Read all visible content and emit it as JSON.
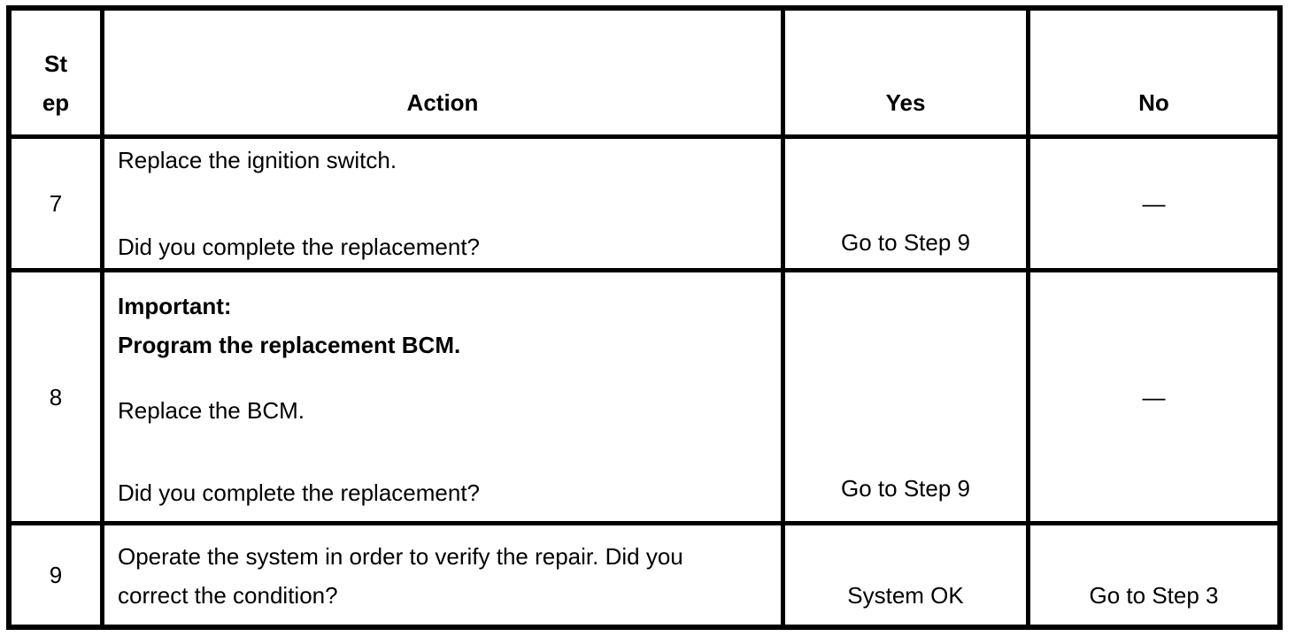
{
  "table": {
    "headers": {
      "step": "St\nep",
      "action": "Action",
      "yes": "Yes",
      "no": "No"
    },
    "rows": [
      {
        "step": "7",
        "action_line_1": "Replace the ignition switch.",
        "action_line_2": "Did you complete the replacement?",
        "yes": "Go to Step 9",
        "no": "—"
      },
      {
        "step": "8",
        "important": "Important:\nProgram the replacement BCM.",
        "action_line_1": "Replace the BCM.",
        "action_line_2": "Did you complete the replacement?",
        "yes": "Go to Step 9",
        "no": "—"
      },
      {
        "step": "9",
        "action": "Operate the system in order to verify the repair. Did you\ncorrect the condition?",
        "yes": "System OK",
        "no": "Go to Step 3"
      }
    ]
  }
}
